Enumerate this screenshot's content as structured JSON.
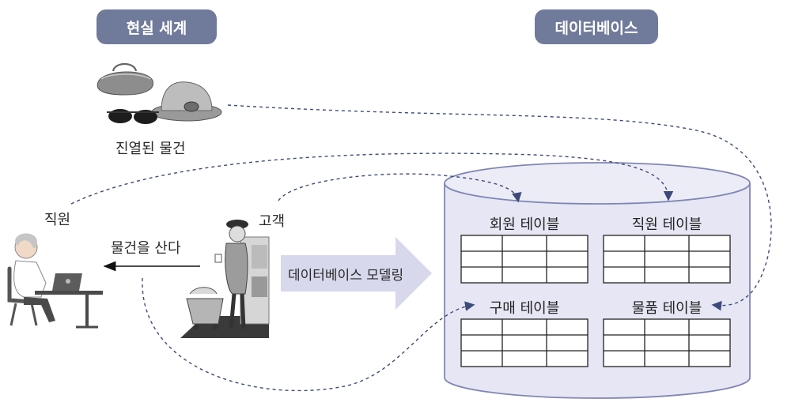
{
  "real_world_title": "현실 세계",
  "database_title": "데이터베이스",
  "items_label": "진열된 물건",
  "employee_label": "직원",
  "customer_label": "고객",
  "buy_label": "물건을 산다",
  "modeling_label": "데이터베이스 모델링",
  "tables": [
    {
      "title": "회원 테이블"
    },
    {
      "title": "직원 테이블"
    },
    {
      "title": "구매 테이블"
    },
    {
      "title": "물품 테이블"
    }
  ],
  "colors": {
    "pill": "#707a9a",
    "cylinder_fill": "#e6e6f4",
    "cylinder_stroke": "#7f86b3",
    "arrow_fill": "#d7d8ec",
    "dash": "#3d4a7a"
  }
}
